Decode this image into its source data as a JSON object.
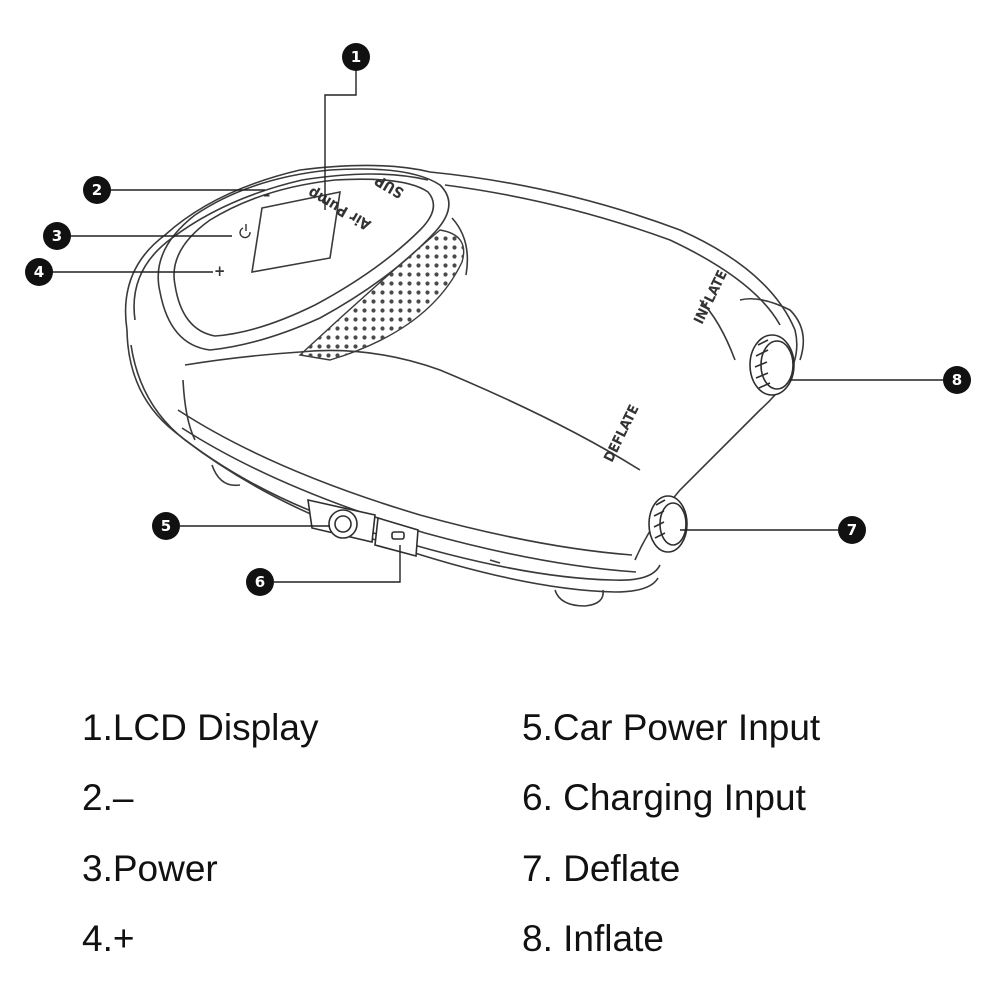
{
  "callouts": [
    "1",
    "2",
    "3",
    "4",
    "5",
    "6",
    "7",
    "8"
  ],
  "device_text": {
    "product": "Air Pump",
    "brand": "SUP",
    "deflate": "DEFLATE",
    "inflate": "INFLATE",
    "minus": "–",
    "plus": "+"
  },
  "legend": {
    "left": [
      "1.LCD Display",
      "2.–",
      "3.Power",
      "4.+"
    ],
    "right": [
      "5.Car Power Input",
      "6. Charging Input",
      "7. Deflate",
      "8. Inflate"
    ]
  }
}
